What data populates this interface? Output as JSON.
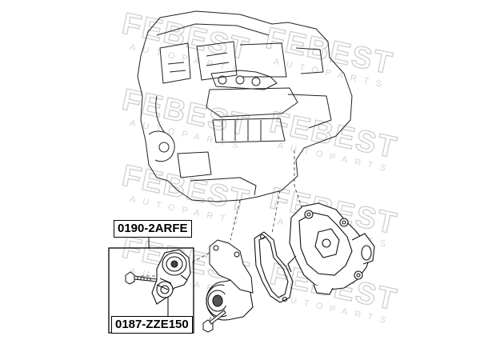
{
  "watermark": {
    "brand": "FEBEST",
    "sub": "AUTOPARTS"
  },
  "labels": {
    "top": "0190-2ARFE",
    "bottom": "0187-ZZE150"
  }
}
